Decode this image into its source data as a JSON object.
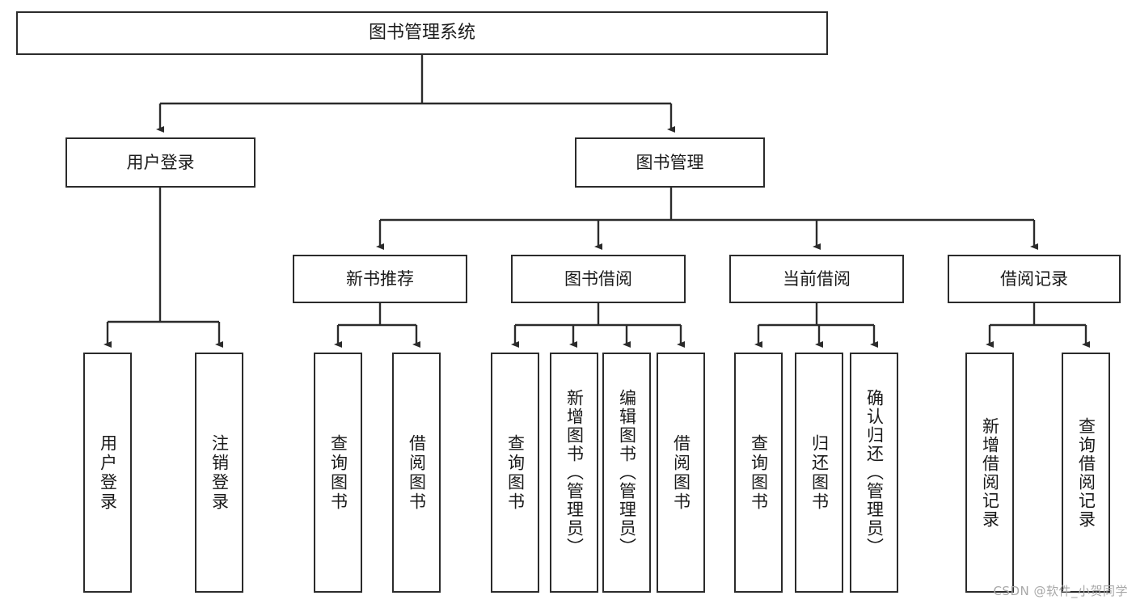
{
  "diagram": {
    "title": "图书管理系统",
    "type": "tree-hierarchy",
    "watermark": "CSDN @软件_小贺同学",
    "colors": {
      "stroke": "#2b2b2b",
      "fill": "#ffffff",
      "text": "#1a1a1a",
      "watermark": "#a8a8a8"
    },
    "nodes": {
      "root": {
        "label": "图书管理系统"
      },
      "level2": [
        {
          "id": "user-login",
          "label": "用户登录"
        },
        {
          "id": "book-manage",
          "label": "图书管理"
        }
      ],
      "level3": [
        {
          "id": "new-book-rec",
          "label": "新书推荐"
        },
        {
          "id": "book-borrow",
          "label": "图书借阅"
        },
        {
          "id": "current-borrow",
          "label": "当前借阅"
        },
        {
          "id": "borrow-record",
          "label": "借阅记录"
        }
      ],
      "leaves": [
        {
          "id": "leaf-user-login",
          "label": "用户登录",
          "parent": "user-login"
        },
        {
          "id": "leaf-logout",
          "label": "注销登录",
          "parent": "user-login"
        },
        {
          "id": "leaf-query-book-1",
          "label": "查询图书",
          "parent": "new-book-rec"
        },
        {
          "id": "leaf-borrow-book-1",
          "label": "借阅图书",
          "parent": "new-book-rec"
        },
        {
          "id": "leaf-query-book-2",
          "label": "查询图书",
          "parent": "book-borrow"
        },
        {
          "id": "leaf-add-book",
          "label": "新增图书（管理员）",
          "parent": "book-borrow"
        },
        {
          "id": "leaf-edit-book",
          "label": "编辑图书（管理员）",
          "parent": "book-borrow"
        },
        {
          "id": "leaf-borrow-book-2",
          "label": "借阅图书",
          "parent": "book-borrow"
        },
        {
          "id": "leaf-query-book-3",
          "label": "查询图书",
          "parent": "current-borrow"
        },
        {
          "id": "leaf-return-book",
          "label": "归还图书",
          "parent": "current-borrow"
        },
        {
          "id": "leaf-confirm-return",
          "label": "确认归还（管理员）",
          "parent": "current-borrow"
        },
        {
          "id": "leaf-add-record",
          "label": "新增借阅记录",
          "parent": "borrow-record"
        },
        {
          "id": "leaf-query-record",
          "label": "查询借阅记录",
          "parent": "borrow-record"
        }
      ]
    }
  }
}
